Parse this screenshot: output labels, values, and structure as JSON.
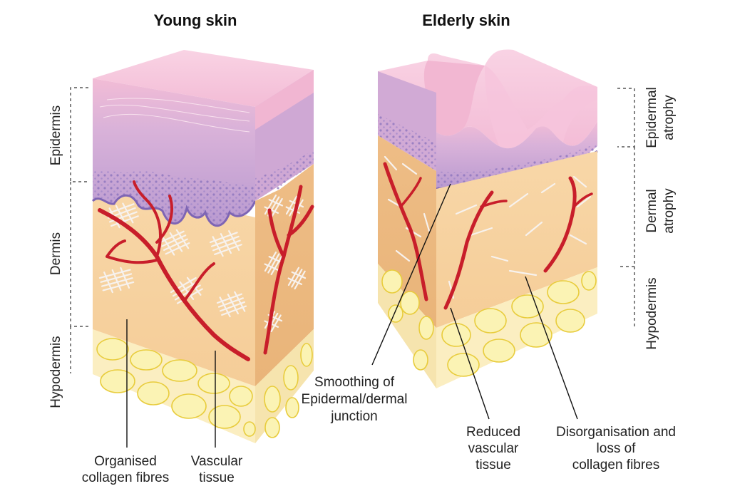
{
  "titles": {
    "young": "Young skin",
    "elderly": "Elderly skin"
  },
  "young_layers": {
    "epidermis": "Epidermis",
    "dermis": "Dermis",
    "hypodermis": "Hypodermis"
  },
  "elderly_layers": {
    "epidermal_atrophy": [
      "Epidermal",
      "atrophy"
    ],
    "dermal_atrophy": [
      "Dermal",
      "atrophy"
    ],
    "hypodermis": "Hypodermis"
  },
  "callouts": {
    "organised_collagen": [
      "Organised",
      "collagen fibres"
    ],
    "vascular_tissue": [
      "Vascular",
      "tissue"
    ],
    "smoothing_junction": [
      "Smoothing of",
      "Epidermal/dermal",
      "junction"
    ],
    "reduced_vascular": [
      "Reduced",
      "vascular",
      "tissue"
    ],
    "disorganisation": [
      "Disorganisation and",
      "loss of",
      "collagen fibres"
    ]
  },
  "colors": {
    "epidermis_top": "#f7c6dc",
    "epidermis_mid": "#c6a5d3",
    "basal_layer": "#8e78c0",
    "dermis": "#f7d4a2",
    "hypodermis": "#fbeec1",
    "fat_cell": "#fbf3b4",
    "vessel": "#c81e2a"
  }
}
